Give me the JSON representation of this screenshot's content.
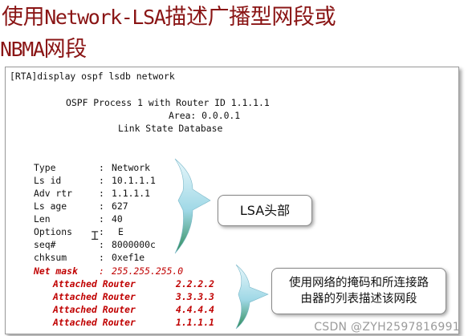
{
  "title": {
    "line1_cjk": "使用",
    "line1_mono": "Network-LSA",
    "line1_rest": "描述广播型网段或",
    "line2_mono": "NBMA",
    "line2_rest": "网段"
  },
  "console": {
    "prompt": "[RTA]display ospf lsdb network",
    "process_line": "OSPF Process 1 with Router ID 1.1.1.1",
    "area_line": "Area: 0.0.0.1",
    "db_line": "Link State Database",
    "header_fields": [
      {
        "label": "Type",
        "sep": ":",
        "value": "Network"
      },
      {
        "label": "Ls id",
        "sep": ":",
        "value": "10.1.1.1"
      },
      {
        "label": "Adv rtr",
        "sep": ":",
        "value": "1.1.1.1"
      },
      {
        "label": "Ls age",
        "sep": ":",
        "value": "627"
      },
      {
        "label": "Len",
        "sep": ":",
        "value": "40"
      },
      {
        "label": "Options",
        "sep": ":",
        "value": "E"
      },
      {
        "label": "seq#",
        "sep": ":",
        "value": "8000000c"
      },
      {
        "label": "chksum",
        "sep": ":",
        "value": "0xef1e"
      }
    ],
    "net_mask": {
      "label": "Net mask",
      "sep": ":",
      "value": "255.255.255.0"
    },
    "attached_routers": [
      {
        "label": "Attached Router",
        "value": "2.2.2.2"
      },
      {
        "label": "Attached Router",
        "value": "3.3.3.3"
      },
      {
        "label": "Attached Router",
        "value": "4.4.4.4"
      },
      {
        "label": "Attached Router",
        "value": "1.1.1.1"
      }
    ]
  },
  "callouts": {
    "header": "LSA头部",
    "body_line1": "使用网络的掩码和所连接路",
    "body_line2": "由器的列表描述该网段"
  },
  "watermark": "CSDN @ZYH2597816991",
  "colors": {
    "title": "#8a1515",
    "highlight": "#c00000",
    "arrow_top": "#9fd8e6",
    "arrow_bottom": "#2e8b57"
  }
}
